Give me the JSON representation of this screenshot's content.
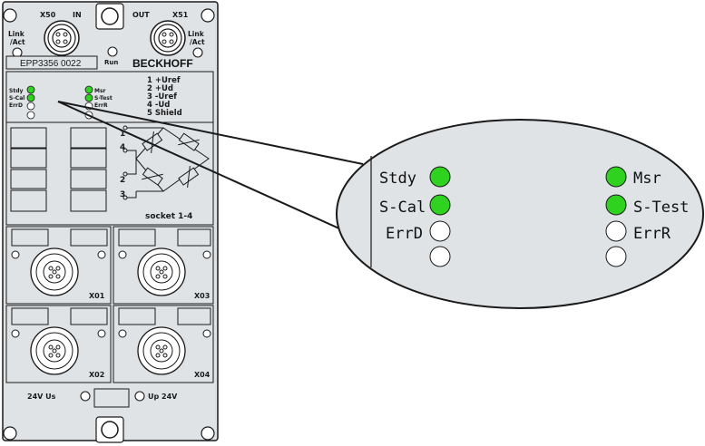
{
  "device": {
    "port_in": {
      "id": "X50",
      "label": "IN",
      "link": [
        "Link",
        "/Act"
      ]
    },
    "port_out": {
      "id": "X51",
      "label": "OUT",
      "link": [
        "Link",
        "/Act"
      ]
    },
    "run_label": "Run",
    "model": "EPP3356 0022",
    "brand": "BECKHOFF",
    "pinout": [
      "1 +Uref",
      "2 +Ud",
      "3 -Uref",
      "4 -Ud",
      "5 Shield"
    ],
    "small_leds_left": [
      "Stdy",
      "S-Cal",
      "ErrD"
    ],
    "small_leds_right": [
      "Msr",
      "S-Test",
      "ErrR"
    ],
    "bridge_pins": [
      "1",
      "4",
      "2",
      "3"
    ],
    "socket_label": "socket 1-4",
    "sockets": [
      "X01",
      "X03",
      "X02",
      "X04"
    ],
    "power": {
      "us": "24V Us",
      "up": "Up 24V"
    }
  },
  "callout": {
    "left": [
      {
        "label": "Stdy",
        "state": "on"
      },
      {
        "label": "S-Cal",
        "state": "on"
      },
      {
        "label": "ErrD",
        "state": "off"
      },
      {
        "label": "",
        "state": "off"
      }
    ],
    "right": [
      {
        "label": "Msr",
        "state": "on"
      },
      {
        "label": "S-Test",
        "state": "on"
      },
      {
        "label": "ErrR",
        "state": "off"
      },
      {
        "label": "",
        "state": "off"
      }
    ]
  },
  "colors": {
    "panel": "#dfe3e6",
    "led_on": "#2fd21f",
    "led_off": "#ffffff",
    "line": "#1a1a1a"
  }
}
